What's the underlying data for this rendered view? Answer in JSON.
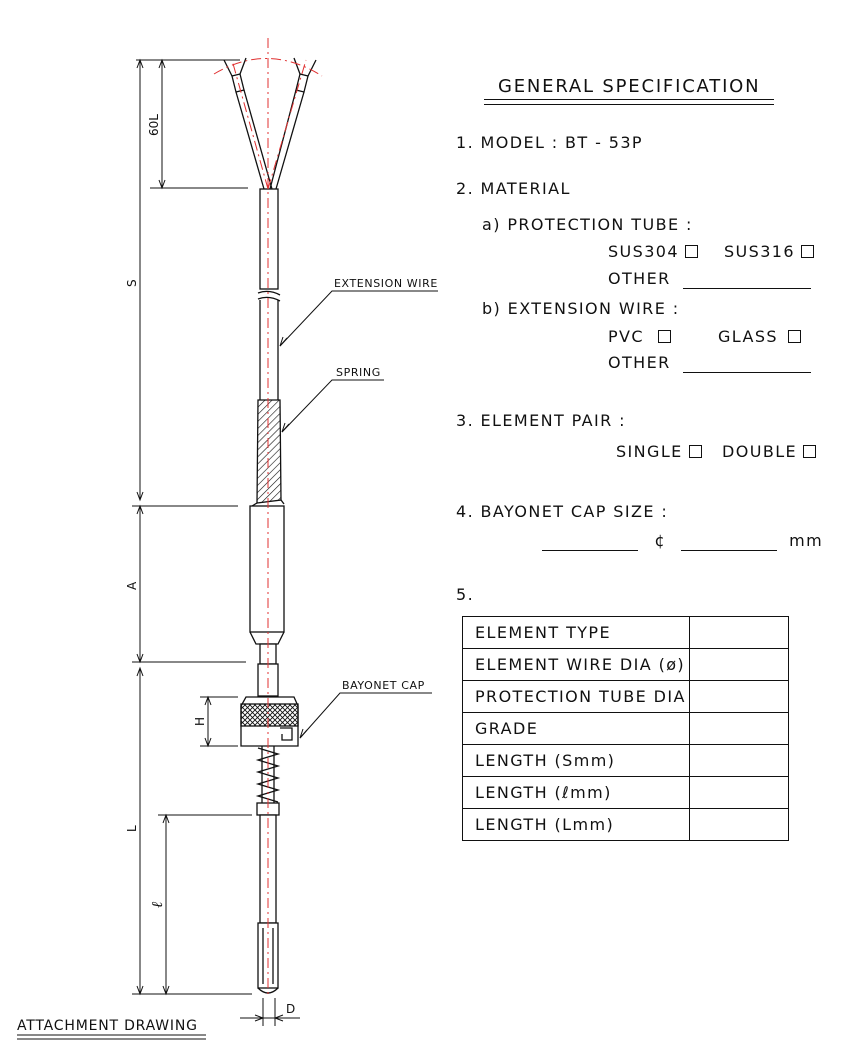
{
  "spec": {
    "title": "GENERAL SPECIFICATION",
    "model": "1. MODEL : BT - 53P",
    "material": "2. MATERIAL",
    "protection_tube": "a) PROTECTION TUBE :",
    "sus304": "SUS304",
    "sus316": "SUS316",
    "other1": "OTHER",
    "extension_wire": "b) EXTENSION WIRE :",
    "pvc": "PVC",
    "glass": "GLASS",
    "other2": "OTHER",
    "element_pair": "3. ELEMENT PAIR :",
    "single": "SINGLE",
    "double": "DOUBLE",
    "bayonet_cap_size": "4. BAYONET CAP SIZE :",
    "phi": "¢",
    "mm": "mm",
    "item5": "5."
  },
  "table": {
    "rows": [
      {
        "label": "ELEMENT TYPE",
        "value": ""
      },
      {
        "label": "ELEMENT WIRE DIA (ø)",
        "value": ""
      },
      {
        "label": "PROTECTION TUBE DIA",
        "value": ""
      },
      {
        "label": "GRADE",
        "value": ""
      },
      {
        "label": "LENGTH (Smm)",
        "value": ""
      },
      {
        "label": "LENGTH (ℓmm)",
        "value": ""
      },
      {
        "label": "LENGTH (Lmm)",
        "value": ""
      }
    ]
  },
  "drawing": {
    "callouts": {
      "extension_wire": "EXTENSION WIRE",
      "spring": "SPRING",
      "bayonet_cap": "BAYONET CAP"
    },
    "dims": {
      "lead": "60L",
      "s": "S",
      "a": "A",
      "h": "H",
      "l": "L",
      "small_l": "ℓ",
      "d": "D"
    },
    "caption": "ATTACHMENT DRAWING"
  },
  "colors": {
    "line": "#111111",
    "center": "#e03030"
  }
}
